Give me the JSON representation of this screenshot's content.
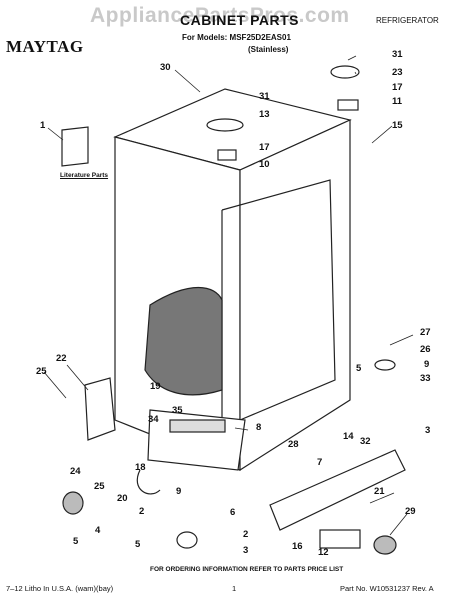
{
  "watermark": "AppliancePartsPros.com",
  "brand": "MAYTAG",
  "header": {
    "title": "CABINET PARTS",
    "models_line": "For Models: MSF25D2EAS01",
    "variant": "(Stainless)",
    "appliance_type": "REFRIGERATOR"
  },
  "literature_label": "Literature Parts",
  "order_note": "FOR ORDERING INFORMATION REFER TO PARTS PRICE LIST",
  "footer": {
    "left": "7–12 Litho In U.S.A. (wam)(bay)",
    "page": "1",
    "part_no": "Part No. W10531237 Rev. A"
  },
  "callouts": [
    "30",
    "31",
    "23",
    "17",
    "11",
    "15",
    "31",
    "13",
    "17",
    "10",
    "1",
    "27",
    "26",
    "9",
    "33",
    "22",
    "25",
    "19",
    "5",
    "35",
    "8",
    "34",
    "3",
    "14",
    "32",
    "28",
    "7",
    "24",
    "18",
    "25",
    "20",
    "2",
    "21",
    "29",
    "4",
    "9",
    "6",
    "5",
    "2",
    "3",
    "16",
    "12",
    "5"
  ]
}
